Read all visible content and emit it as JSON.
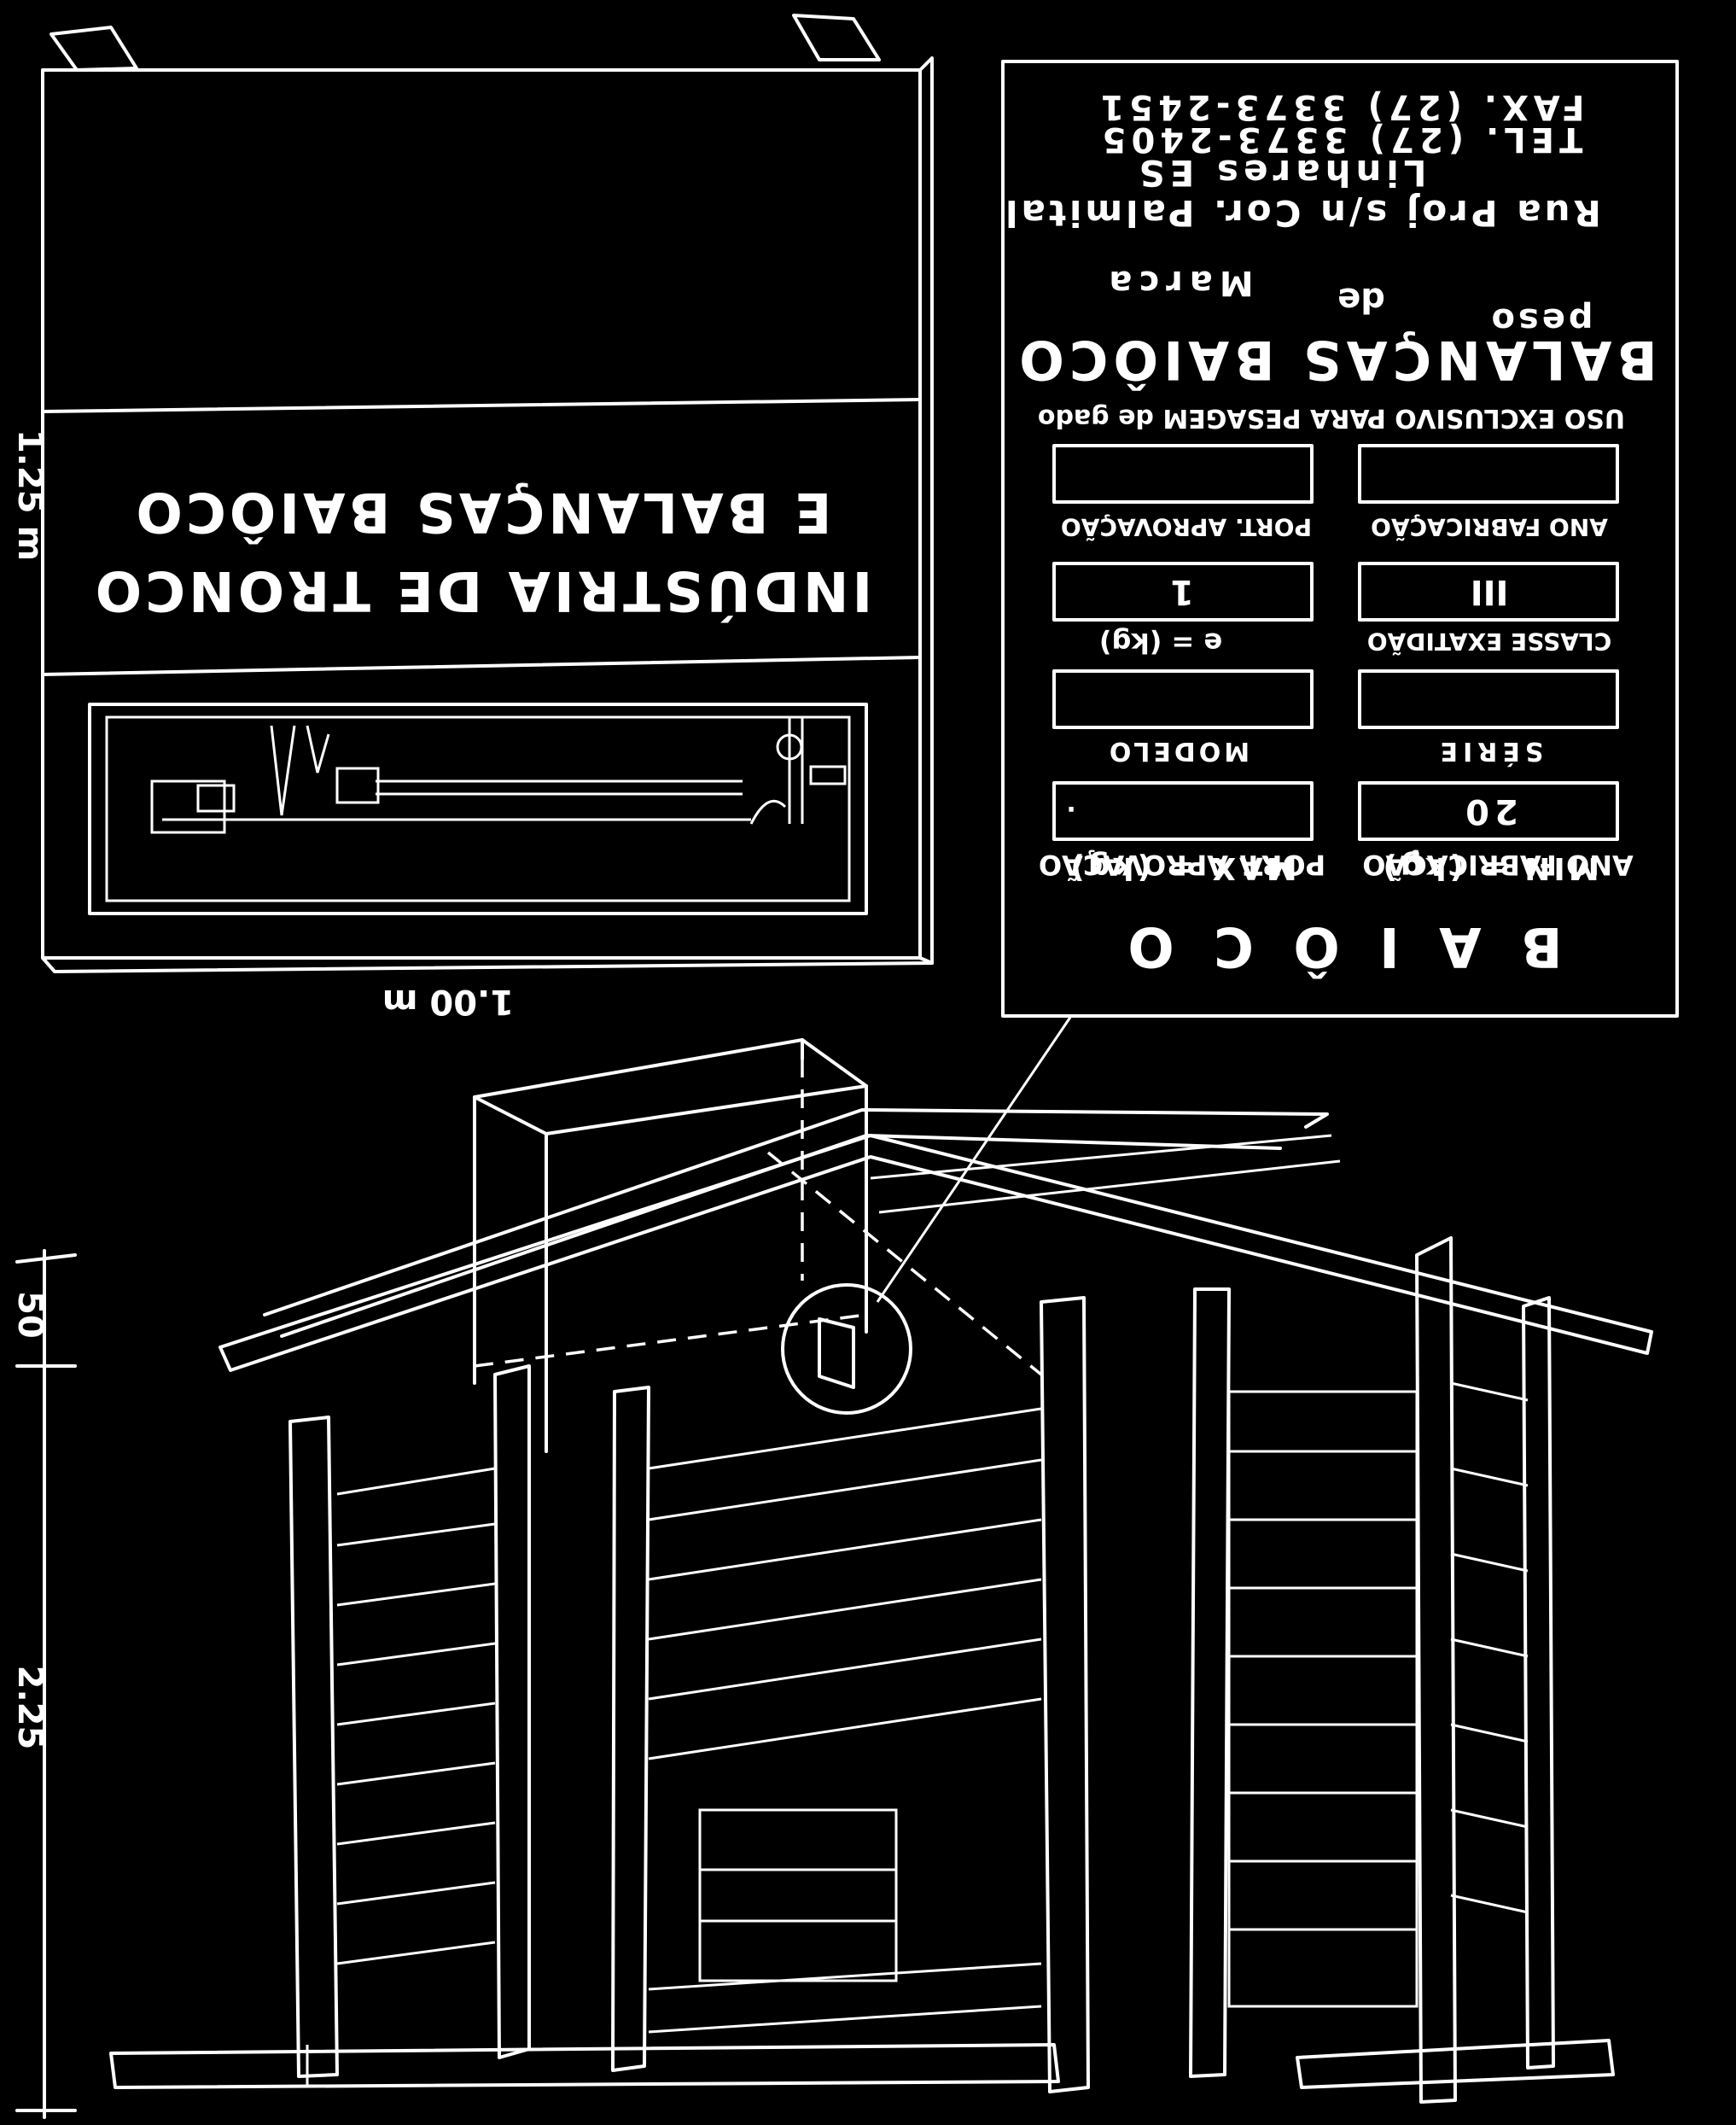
{
  "banner": {
    "line1": "INDÚSTRIA DE TRONCO",
    "line2": "E BALANÇAS BAIÔCO",
    "width_label": "1.00 m",
    "height_label": "1.25 m"
  },
  "plate": {
    "address": "Rua Proj s/n Cor. Palmital",
    "city": "Linhares ES",
    "tel": "TEL. (27) 3373-2405",
    "fax": "FAX. (27) 3373-2451",
    "marca": "Marca",
    "de": "de",
    "peso": "peso",
    "brand": "BALANÇAS BAIÔCO",
    "usage": "USO EXCLUSIVO PARA PESAGEM de gado",
    "fields": [
      {
        "label": "PORT. APROVAÇÃO",
        "value": ""
      },
      {
        "label": "ANO FABRICAÇÃO",
        "value": ""
      },
      {
        "label": "e = (kg)",
        "value": "1"
      },
      {
        "label": "CLASSE EXATIDÃO",
        "value": "III"
      },
      {
        "label": "MODELO",
        "value": ""
      },
      {
        "label": "SÉRIE",
        "value": ""
      },
      {
        "label": "MAX = (kg)",
        "value": "."
      },
      {
        "label": "MIN = (kg)",
        "value": "20"
      }
    ],
    "footer": "B A I Ô C O"
  },
  "dimensions": {
    "top": "50",
    "main": "2.25"
  }
}
